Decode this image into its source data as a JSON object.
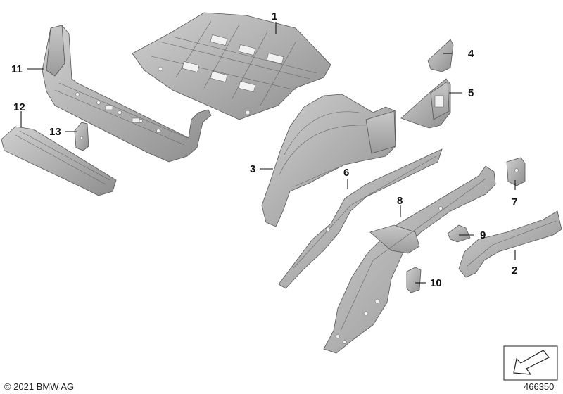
{
  "diagram": {
    "callouts": [
      {
        "id": "1"
      },
      {
        "id": "2"
      },
      {
        "id": "3"
      },
      {
        "id": "4"
      },
      {
        "id": "5"
      },
      {
        "id": "6"
      },
      {
        "id": "7"
      },
      {
        "id": "8"
      },
      {
        "id": "9"
      },
      {
        "id": "10"
      },
      {
        "id": "11"
      },
      {
        "id": "12"
      },
      {
        "id": "13"
      }
    ],
    "part_color": "#b3b3b3",
    "shadow_color": "#8c8c8c",
    "highlight_color": "#d6d6d6"
  },
  "footer": {
    "copyright": "© 2021 BMW AG",
    "image_number": "466350"
  }
}
